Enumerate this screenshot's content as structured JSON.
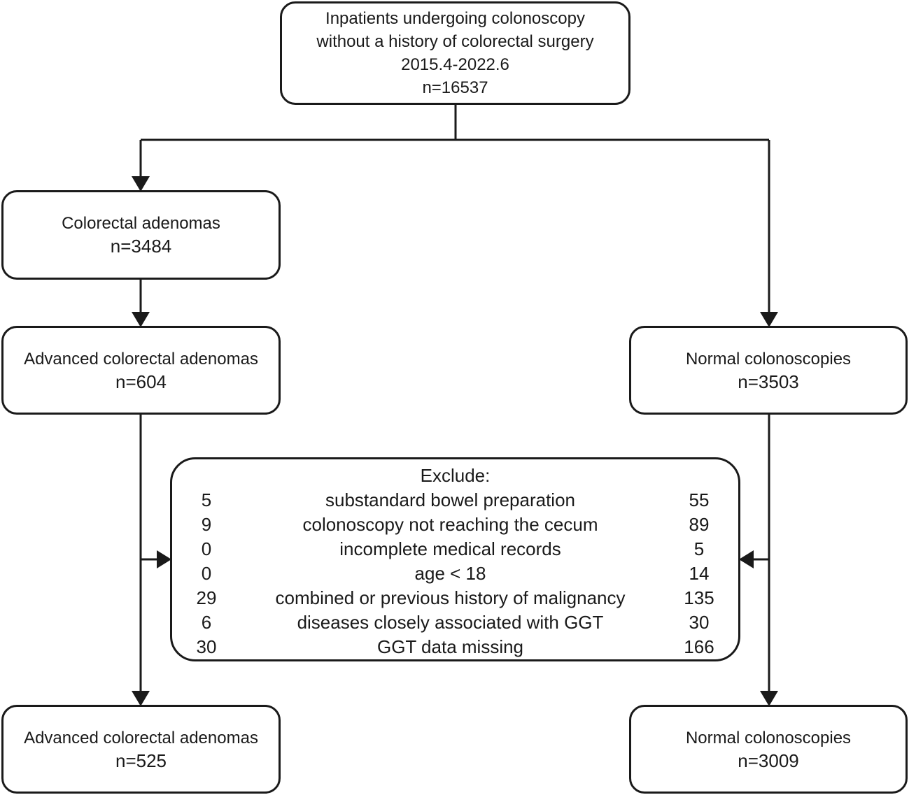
{
  "top": {
    "line1": "Inpatients undergoing colonoscopy",
    "line2": "without a history of colorectal surgery",
    "line3": "2015.4-2022.6",
    "line4": "n=16537"
  },
  "colorectal_adenomas": {
    "label": "Colorectal adenomas",
    "n": "n=3484"
  },
  "advanced_before": {
    "label": "Advanced colorectal adenomas",
    "n": "n=604"
  },
  "normal_before": {
    "label": "Normal colonoscopies",
    "n": "n=3503"
  },
  "exclude": {
    "title": "Exclude:",
    "rows": [
      {
        "left": "5",
        "reason": "substandard bowel preparation",
        "right": "55"
      },
      {
        "left": "9",
        "reason": "colonoscopy not reaching the cecum",
        "right": "89"
      },
      {
        "left": "0",
        "reason": "incomplete medical records",
        "right": "5"
      },
      {
        "left": "0",
        "reason": "age < 18",
        "right": "14"
      },
      {
        "left": "29",
        "reason": "combined or previous history of malignancy",
        "right": "135"
      },
      {
        "left": "6",
        "reason": "diseases closely associated with GGT",
        "right": "30"
      },
      {
        "left": "30",
        "reason": "GGT data missing",
        "right": "166"
      }
    ]
  },
  "advanced_after": {
    "label": "Advanced colorectal adenomas",
    "n": "n=525"
  },
  "normal_after": {
    "label": "Normal colonoscopies",
    "n": "n=3009"
  }
}
